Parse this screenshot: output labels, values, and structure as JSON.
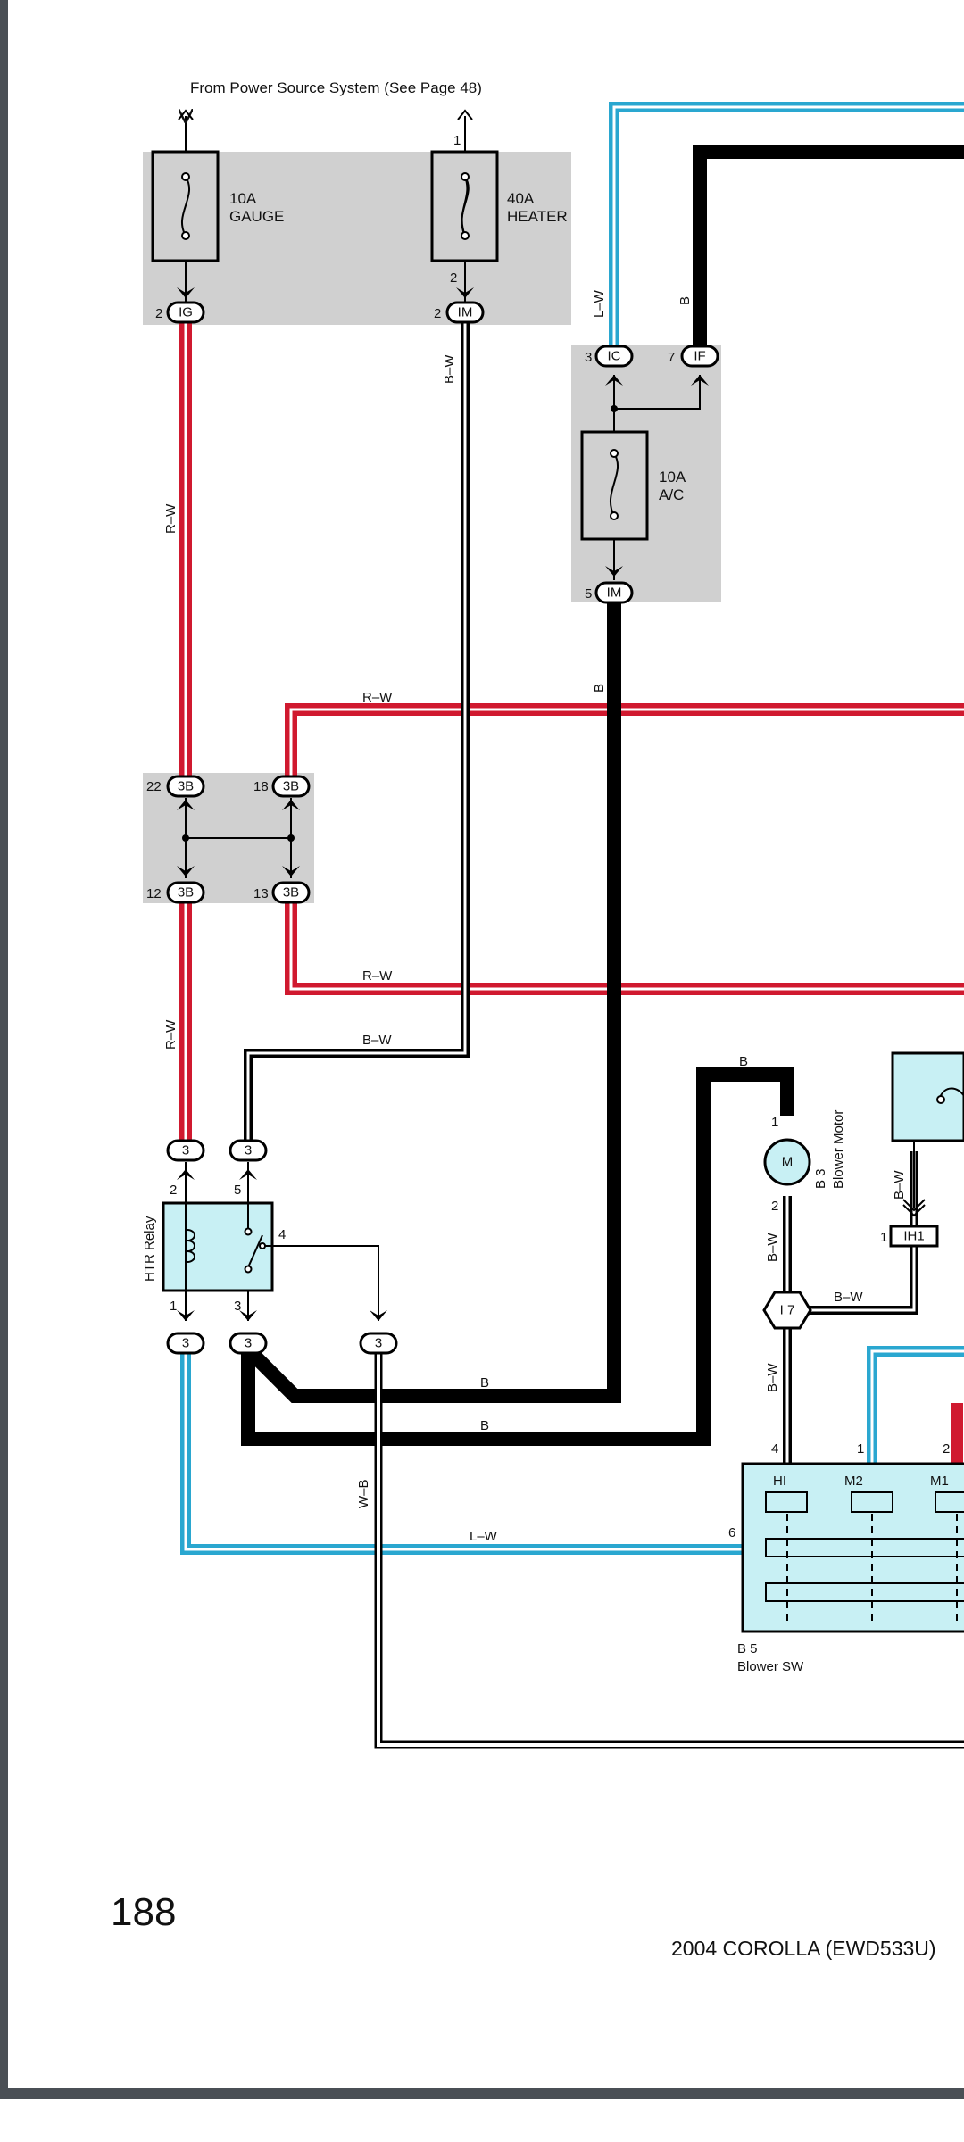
{
  "header": {
    "source_note": "From Power Source System (See Page 48)"
  },
  "fuses": {
    "gauge": {
      "amp": "10A",
      "name": "GAUGE",
      "pin_top": "",
      "pin_bottom": "2",
      "connector": "IG"
    },
    "heater": {
      "amp": "40A",
      "name": "HEATER",
      "pin_top": "1",
      "pin_bottom": "2",
      "connector_pin": "2",
      "connector": "IM"
    },
    "ac": {
      "amp": "10A",
      "name": "A/C",
      "in1_pin": "3",
      "in1_conn": "IC",
      "in2_pin": "7",
      "in2_conn": "IF",
      "out_pin": "5",
      "out_conn": "IM"
    }
  },
  "junction": {
    "pins": [
      "22",
      "18",
      "12",
      "13"
    ],
    "connector": "3B"
  },
  "wires": {
    "rw": "R–W",
    "bw": "B–W",
    "lw": "L–W",
    "b": "B",
    "wb": "W–B"
  },
  "relay": {
    "name": "HTR Relay",
    "conn": "3",
    "pins": {
      "p2": "2",
      "p5": "5",
      "p4": "4",
      "p1": "1",
      "p3": "3"
    }
  },
  "blower_motor": {
    "code": "B 3",
    "name": "Blower Motor",
    "symbol": "M",
    "pin1": "1",
    "pin2": "2"
  },
  "junction_i7": {
    "label": "I 7"
  },
  "ih1": {
    "pin": "1",
    "label": "IH1"
  },
  "blower_sw": {
    "code": "B 5",
    "name": "Blower SW",
    "pins": {
      "hi": "4",
      "m2": "1",
      "m1": "2",
      "lo": "6"
    },
    "positions": [
      "HI",
      "M2",
      "M1"
    ]
  },
  "footer": {
    "page_number": "188",
    "doc_title": "2004 COROLLA (EWD533U)"
  }
}
